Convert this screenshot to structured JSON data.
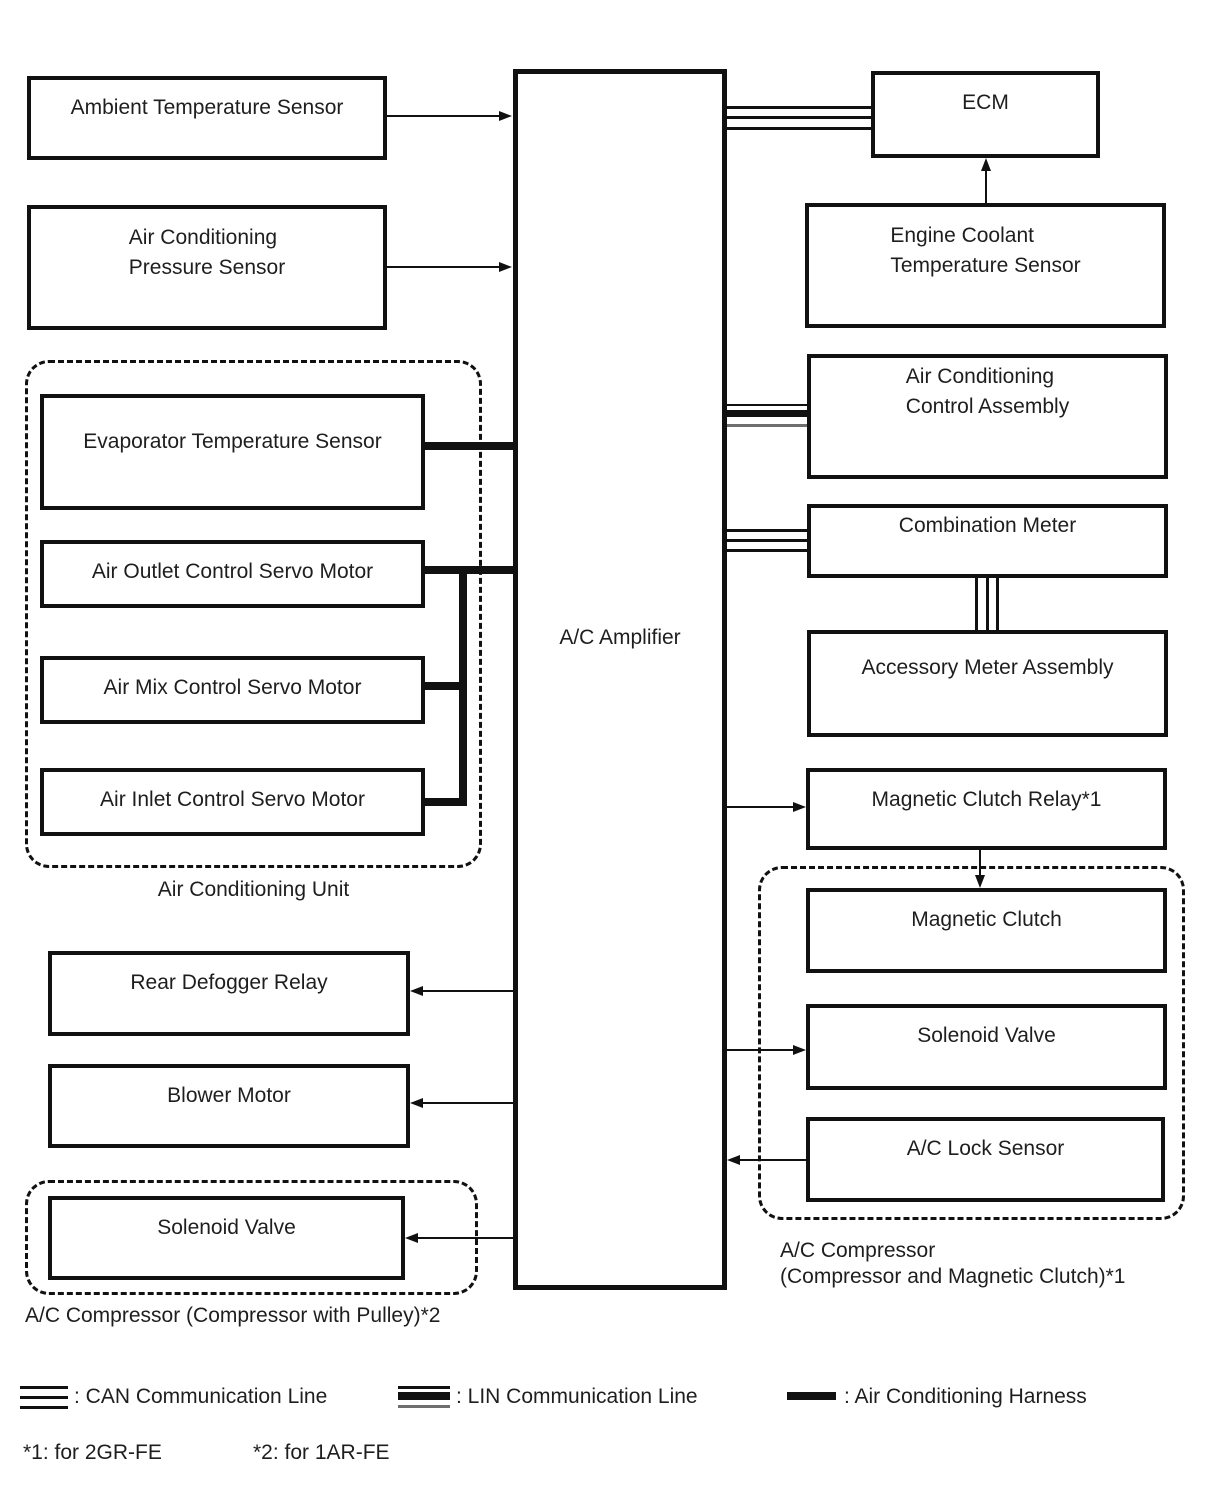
{
  "left": {
    "ambient": "Ambient Temperature Sensor",
    "pressure1": "Air Conditioning",
    "pressure2": "Pressure Sensor",
    "evaporator": "Evaporator Temperature Sensor",
    "air_outlet": "Air Outlet Control Servo Motor",
    "air_mix": "Air Mix Control Servo Motor",
    "air_inlet": "Air Inlet Control Servo Motor",
    "unit_label": "Air Conditioning Unit",
    "rear_defogger": "Rear Defogger Relay",
    "blower": "Blower Motor",
    "solenoid": "Solenoid Valve",
    "compressor_label": "A/C Compressor (Compressor with Pulley)*2"
  },
  "center": {
    "amplifier": "A/C Amplifier"
  },
  "right": {
    "ecm": "ECM",
    "coolant1": "Engine Coolant",
    "coolant2": "Temperature Sensor",
    "control1": "Air Conditioning",
    "control2": "Control Assembly",
    "combination_meter": "Combination Meter",
    "accessory_meter": "Accessory Meter Assembly",
    "clutch_relay": "Magnetic Clutch Relay*1",
    "magnetic_clutch": "Magnetic Clutch",
    "solenoid": "Solenoid Valve",
    "lock_sensor": "A/C Lock Sensor",
    "compressor_label1": "A/C Compressor",
    "compressor_label2": "(Compressor and Magnetic Clutch)*1"
  },
  "legend": {
    "can": ": CAN Communication Line",
    "lin": ": LIN Communication Line",
    "harness": ": Air Conditioning Harness"
  },
  "footnotes": {
    "n1": "*1: for 2GR-FE",
    "n2": "*2: for 1AR-FE"
  },
  "colors": {
    "line": "#111111",
    "gray_line": "#6f6f6f",
    "background": "#ffffff"
  }
}
